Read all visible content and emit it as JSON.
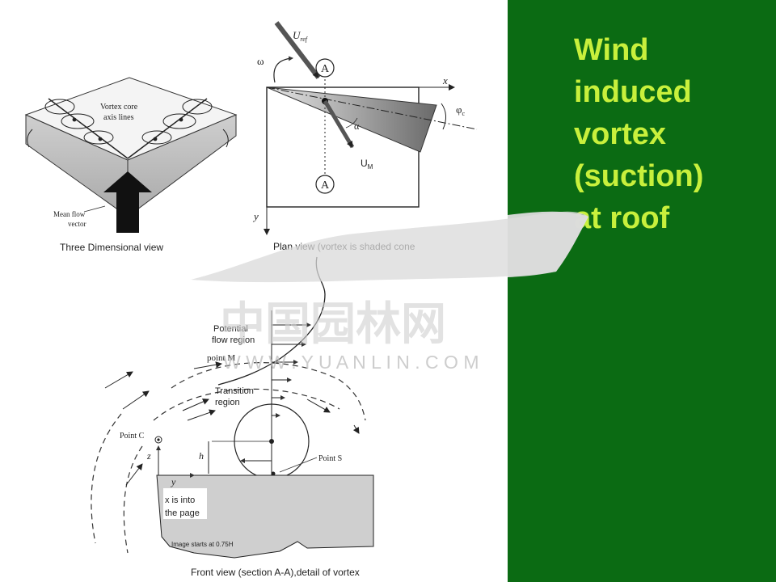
{
  "slide": {
    "title_lines": [
      "Wind",
      "induced",
      "vortex",
      "(suction)",
      "at roof"
    ],
    "panel_color": "#0b6b13",
    "title_color": "#c8f03c"
  },
  "three_d_view": {
    "caption": "Three Dimensional view",
    "vortex_label": [
      "Vortex core",
      "axis lines"
    ],
    "flow_label": [
      "Mean flow",
      "vector"
    ]
  },
  "plan_view": {
    "caption": "Plan view (vortex is shaded cone",
    "u_ref": "U",
    "u_ref_sub": "ref",
    "omega": "ω",
    "section_marker": "A",
    "axis_x": "x",
    "axis_y": "y",
    "phi": "φ",
    "phi_sub": "c",
    "alpha": "α",
    "u_m": "U",
    "u_m_sub": "M"
  },
  "front_view": {
    "caption": "Front view (section A-A),detail of vortex",
    "potential_region": [
      "Potential",
      "flow region"
    ],
    "point_m": "point M",
    "transition_region": [
      "Transition",
      "region"
    ],
    "point_c": "Point C",
    "point_s": "Point S",
    "h": "h",
    "z": "z",
    "y": "y",
    "x_note": [
      "x is into",
      "the page"
    ],
    "image_note": "Image starts at 0.75H"
  },
  "watermark": {
    "chinese": "中国园林网",
    "latin": "W W W . Y U A N L I N . C O M"
  }
}
